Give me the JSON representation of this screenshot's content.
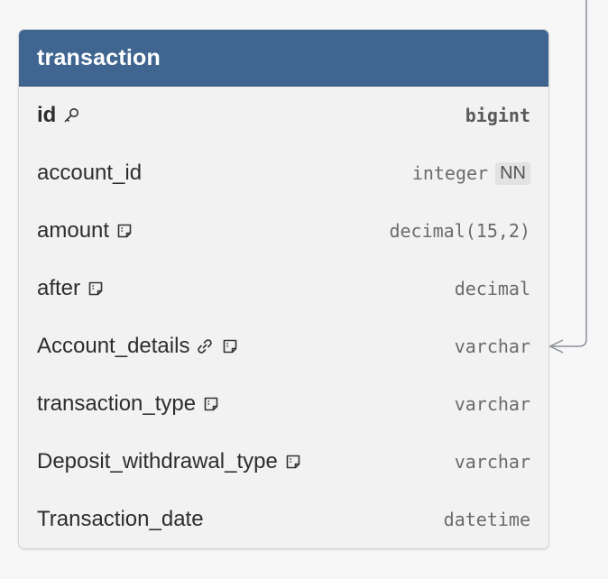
{
  "table": {
    "title": "transaction",
    "fields": [
      {
        "name": "id",
        "type": "bigint",
        "primary_key": true,
        "icons": [
          "key-icon"
        ],
        "not_null": false
      },
      {
        "name": "account_id",
        "type": "integer",
        "primary_key": false,
        "icons": [],
        "not_null": true,
        "not_null_label": "NN"
      },
      {
        "name": "amount",
        "type": "decimal(15,2)",
        "primary_key": false,
        "icons": [
          "note-icon"
        ],
        "not_null": false
      },
      {
        "name": "after",
        "type": "decimal",
        "primary_key": false,
        "icons": [
          "note-icon"
        ],
        "not_null": false
      },
      {
        "name": "Account_details",
        "type": "varchar",
        "primary_key": false,
        "icons": [
          "link-icon",
          "note-icon"
        ],
        "not_null": false
      },
      {
        "name": "transaction_type",
        "type": "varchar",
        "primary_key": false,
        "icons": [
          "note-icon"
        ],
        "not_null": false
      },
      {
        "name": "Deposit_withdrawal_type",
        "type": "varchar",
        "primary_key": false,
        "icons": [
          "note-icon"
        ],
        "not_null": false
      },
      {
        "name": "Transaction_date",
        "type": "datetime",
        "primary_key": false,
        "icons": [],
        "not_null": false
      }
    ]
  },
  "colors": {
    "header": "#3f6590",
    "card": "#f2f2f2",
    "background": "#f7f7f7",
    "connector": "#8a8f98"
  }
}
